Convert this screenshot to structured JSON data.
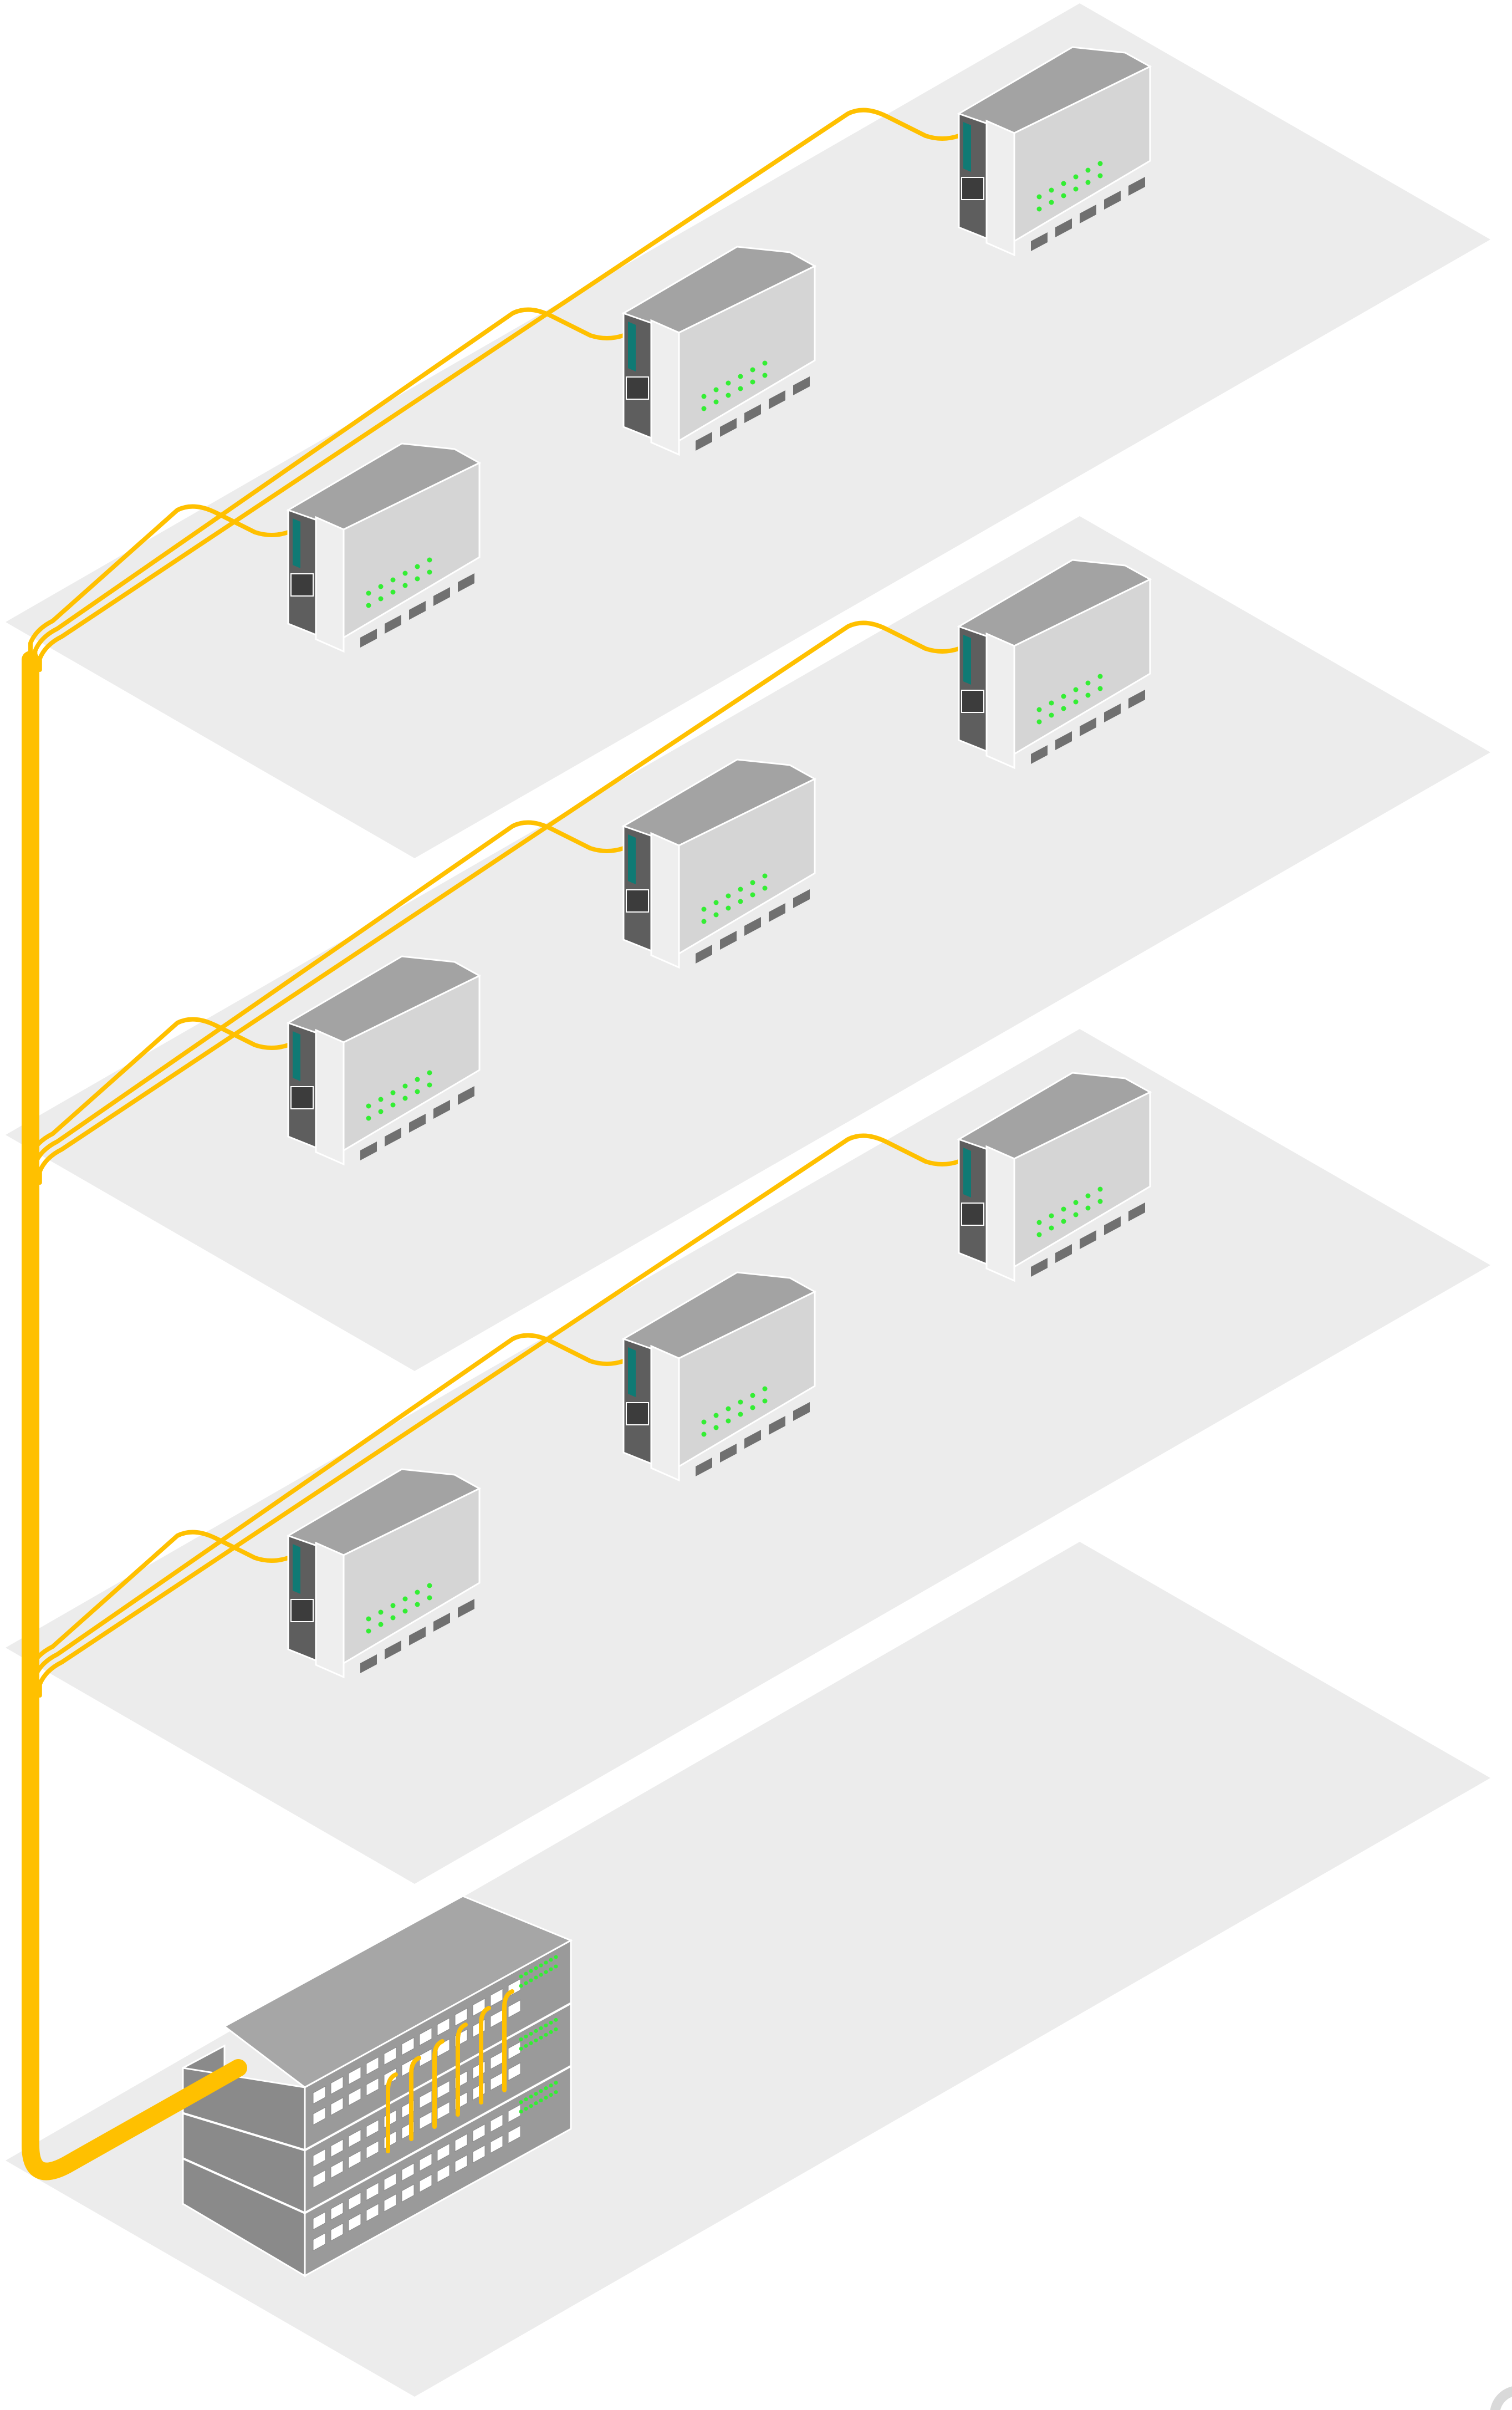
{
  "colors": {
    "background": "#ffffff",
    "floor": "#ececec",
    "cable": "#ffc000",
    "device_top": "#a3a3a3",
    "device_front": "#eeeeee",
    "device_side": "#d5d5d5",
    "device_dark": "#5e5e5e",
    "port_teal": "#0f7a74",
    "led_green": "#33ee33",
    "rack_top": "#a6a6a6",
    "rack_side": "#8a8a8a",
    "rack_face": "#9a9a9a",
    "rack_port": "#ffffff"
  },
  "icons": {
    "floor": "isometric-floor-plate",
    "access_point": "network-switch-icon",
    "core": "stacked-rack-switch-icon",
    "cable": "fiber-cable"
  },
  "floors": [
    {
      "id": "floor-1",
      "devices": [
        {
          "id": "ap-1-1",
          "icon": "network-switch-icon",
          "status_leds": 12
        },
        {
          "id": "ap-1-2",
          "icon": "network-switch-icon",
          "status_leds": 12
        },
        {
          "id": "ap-1-3",
          "icon": "network-switch-icon",
          "status_leds": 12
        }
      ]
    },
    {
      "id": "floor-2",
      "devices": [
        {
          "id": "ap-2-1",
          "icon": "network-switch-icon",
          "status_leds": 12
        },
        {
          "id": "ap-2-2",
          "icon": "network-switch-icon",
          "status_leds": 12
        },
        {
          "id": "ap-2-3",
          "icon": "network-switch-icon",
          "status_leds": 12
        }
      ]
    },
    {
      "id": "floor-3",
      "devices": [
        {
          "id": "ap-3-1",
          "icon": "network-switch-icon",
          "status_leds": 12
        },
        {
          "id": "ap-3-2",
          "icon": "network-switch-icon",
          "status_leds": 12
        },
        {
          "id": "ap-3-3",
          "icon": "network-switch-icon",
          "status_leds": 12
        }
      ]
    },
    {
      "id": "floor-4",
      "devices": []
    }
  ],
  "core_rack": {
    "id": "core-switch-stack",
    "icon": "stacked-rack-switch-icon",
    "units": 3,
    "ports_per_row": 12,
    "uplinks": 6
  },
  "connections": [
    {
      "from": "core-switch-stack",
      "to": "ap-1-1"
    },
    {
      "from": "core-switch-stack",
      "to": "ap-1-2"
    },
    {
      "from": "core-switch-stack",
      "to": "ap-1-3"
    },
    {
      "from": "core-switch-stack",
      "to": "ap-2-1"
    },
    {
      "from": "core-switch-stack",
      "to": "ap-2-2"
    },
    {
      "from": "core-switch-stack",
      "to": "ap-2-3"
    },
    {
      "from": "core-switch-stack",
      "to": "ap-3-1"
    },
    {
      "from": "core-switch-stack",
      "to": "ap-3-2"
    },
    {
      "from": "core-switch-stack",
      "to": "ap-3-3"
    }
  ]
}
